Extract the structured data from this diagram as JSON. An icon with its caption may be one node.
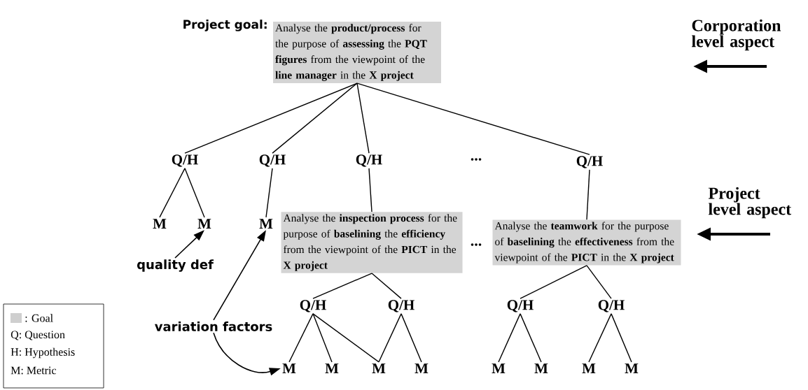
{
  "diagram": {
    "nodes": [
      {
        "text": [
          "Project goal:",
          "Analyse the **product/process** for the purpose of **assessing** the **PQT figures** from the viewpoint of the **line manager** in the **X project**"
        ]
      },
      {
        "text": [
          "Q/H"
        ]
      },
      {
        "text": [
          "Q/H"
        ]
      },
      {
        "text": [
          "Q/H"
        ]
      },
      {
        "text": [
          "Q/H"
        ]
      },
      {
        "text": [
          "M"
        ]
      },
      {
        "text": [
          "M"
        ]
      },
      {
        "text": [
          "M"
        ]
      },
      {
        "text": [
          "Analyse the **inspection process** for the purpose of **baselining** the **efficiency** from the viewpoint of the **PICT** in the **X project**"
        ]
      },
      {
        "text": [
          "Analyse the **teamwork** for the purpose of **baselining** the **effectiveness** from the viewpoint of the **PICT** in the **X project**"
        ]
      },
      {
        "text": [
          "quality def"
        ]
      },
      {
        "text": [
          "Q/H"
        ]
      },
      {
        "text": [
          "Q/H"
        ]
      },
      {
        "text": [
          "Q/H"
        ]
      },
      {
        "text": [
          "Q/H"
        ]
      },
      {
        "text": [
          "variation factors"
        ]
      },
      {
        "text": [
          "M"
        ]
      },
      {
        "text": [
          "M"
        ]
      },
      {
        "text": [
          "M"
        ]
      },
      {
        "text": [
          "M"
        ]
      },
      {
        "text": [
          "M"
        ]
      },
      {
        "text": [
          "M"
        ]
      },
      {
        "text": [
          "M"
        ]
      },
      {
        "text": [
          "M"
        ]
      }
    ],
    "edges": [
      {
        "from": 0,
        "to": 1,
        "arrow": "none"
      },
      {
        "from": 0,
        "to": 2,
        "arrow": "none"
      },
      {
        "from": 0,
        "to": 3,
        "arrow": "none"
      },
      {
        "from": 0,
        "to": 4,
        "arrow": "none"
      },
      {
        "from": 1,
        "to": 5,
        "arrow": "none"
      },
      {
        "from": 1,
        "to": 6,
        "arrow": "none"
      },
      {
        "from": 2,
        "to": 7,
        "arrow": "none"
      },
      {
        "from": 3,
        "to": 8,
        "arrow": "none"
      },
      {
        "from": 4,
        "to": 9,
        "arrow": "none"
      },
      {
        "from": 8,
        "to": 11,
        "arrow": "none"
      },
      {
        "from": 8,
        "to": 12,
        "arrow": "none"
      },
      {
        "from": 9,
        "to": 13,
        "arrow": "none"
      },
      {
        "from": 9,
        "to": 14,
        "arrow": "none"
      },
      {
        "from": 11,
        "to": 16,
        "arrow": "none"
      },
      {
        "from": 11,
        "to": 17,
        "arrow": "none"
      },
      {
        "from": 11,
        "to": 18,
        "arrow": "none"
      },
      {
        "from": 12,
        "to": 18,
        "arrow": "none"
      },
      {
        "from": 12,
        "to": 19,
        "arrow": "none"
      },
      {
        "from": 13,
        "to": 20,
        "arrow": "none"
      },
      {
        "from": 13,
        "to": 21,
        "arrow": "none"
      },
      {
        "from": 14,
        "to": 22,
        "arrow": "none"
      },
      {
        "from": 14,
        "to": 23,
        "arrow": "none"
      },
      {
        "from": 10,
        "to": 6,
        "arrow": "to"
      },
      {
        "from": 15,
        "to": 7,
        "arrow": "to"
      },
      {
        "from": 15,
        "to": 16,
        "arrow": "to"
      }
    ],
    "labels": [
      "Corporation level aspect",
      "...",
      "Project level aspect",
      "..."
    ],
    "legend": [
      {
        "text": ": Goal",
        "color": "#cfcfcf"
      },
      {
        "text": "Q: Question"
      },
      {
        "text": "H: Hypothesis"
      },
      {
        "text": "M: Metric"
      }
    ]
  }
}
